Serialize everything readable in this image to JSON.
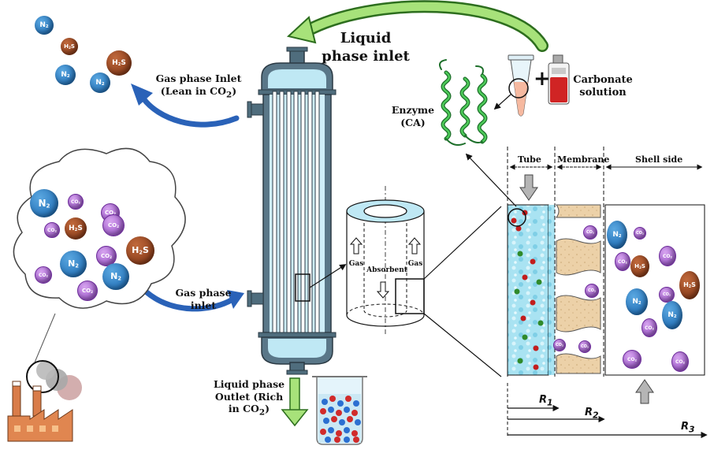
{
  "labels": {
    "liquid_inlet": "Liquid phase inlet",
    "gas_outlet": "Gas phase Inlet (Lean in CO2)",
    "gas_inlet": "Gas phase inlet",
    "liquid_outlet": "Liquid phase Outlet (Rich in CO2)",
    "enzyme": "Enzyme (CA)",
    "carbonate": "Carbonate solution",
    "absorbent": "Absorbent",
    "gas_left": "Gas",
    "gas_right": "Gas",
    "tube": "Tube",
    "membrane": "Membrane",
    "shell": "Shell side",
    "r1": "R1",
    "r2": "R2",
    "r3": "R3"
  },
  "molecules": {
    "n2": "N2",
    "h2s": "H2S",
    "co2": "CO2"
  },
  "colors": {
    "n2": "#1462ad",
    "h2s": "#7a2f10",
    "co2": "#9448c9",
    "blue_arrow": "#2a62b8",
    "green_arrow": "#6cc24a",
    "liquid": "#a9e3f2",
    "membrane": "#ecd1a8"
  },
  "icons": [
    "enzyme-helix-icon",
    "test-tube-icon",
    "reagent-bottle-icon",
    "factory-icon",
    "beaker-icon"
  ]
}
